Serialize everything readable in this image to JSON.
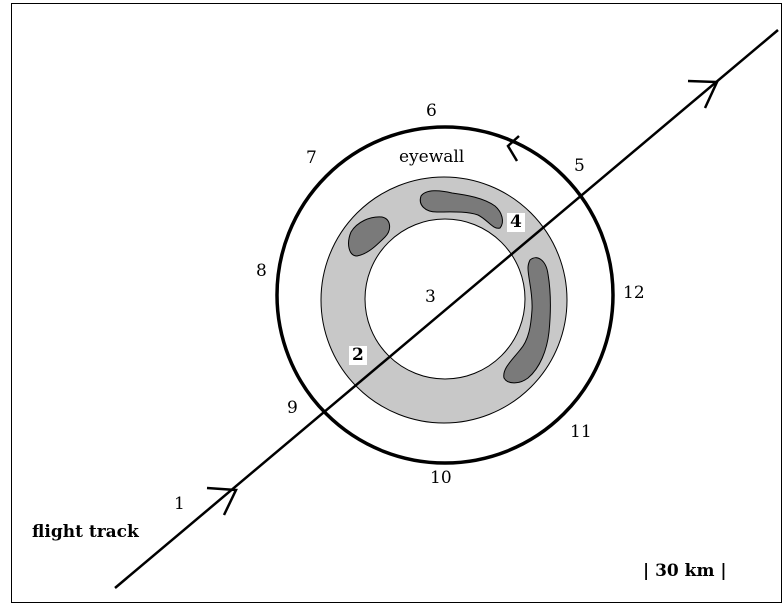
{
  "diagram": {
    "eyewall_label": "eyewall",
    "flight_track_label": "flight track",
    "scale_label": "| 30 km |",
    "points": {
      "p1": "1",
      "p2": "2",
      "p3": "3",
      "p4": "4",
      "p5": "5",
      "p6": "6",
      "p7": "7",
      "p8": "8",
      "p9": "9",
      "p10": "10",
      "p11": "11",
      "p12": "12"
    }
  },
  "colors": {
    "eyewall_ring": "#c8c8c8",
    "convective_cells": "#7a7a7a",
    "lines": "#000000",
    "background": "#ffffff"
  }
}
